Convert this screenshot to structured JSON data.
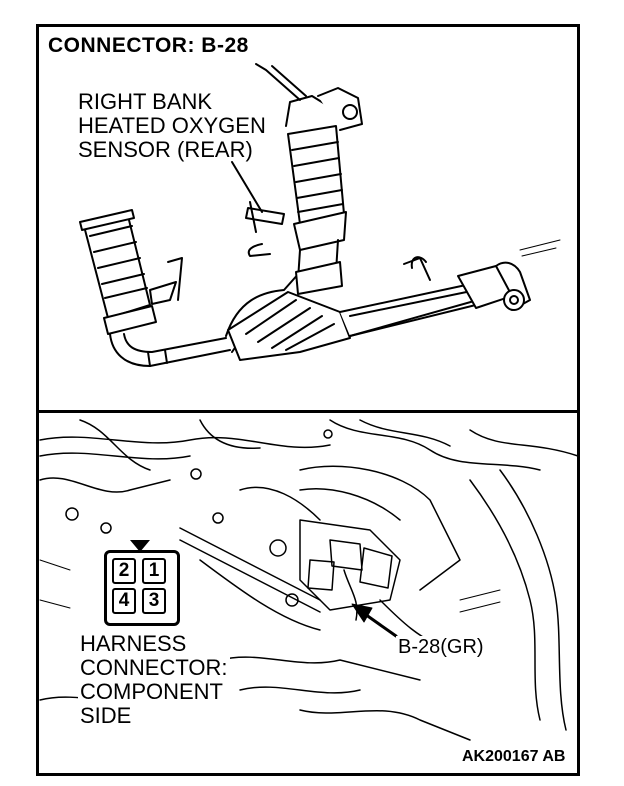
{
  "title": "CONNECTOR: B-28",
  "sensor_label": [
    "RIGHT BANK",
    "HEATED OXYGEN",
    "SENSOR (REAR)"
  ],
  "connector_pins": {
    "top_left": "2",
    "top_right": "1",
    "bottom_left": "4",
    "bottom_right": "3"
  },
  "harness_label": [
    "HARNESS",
    "CONNECTOR:",
    "COMPONENT",
    "SIDE"
  ],
  "callout": "B-28(GR)",
  "figure_code": "AK200167 AB",
  "colors": {
    "line": "#000000",
    "background": "#ffffff"
  }
}
